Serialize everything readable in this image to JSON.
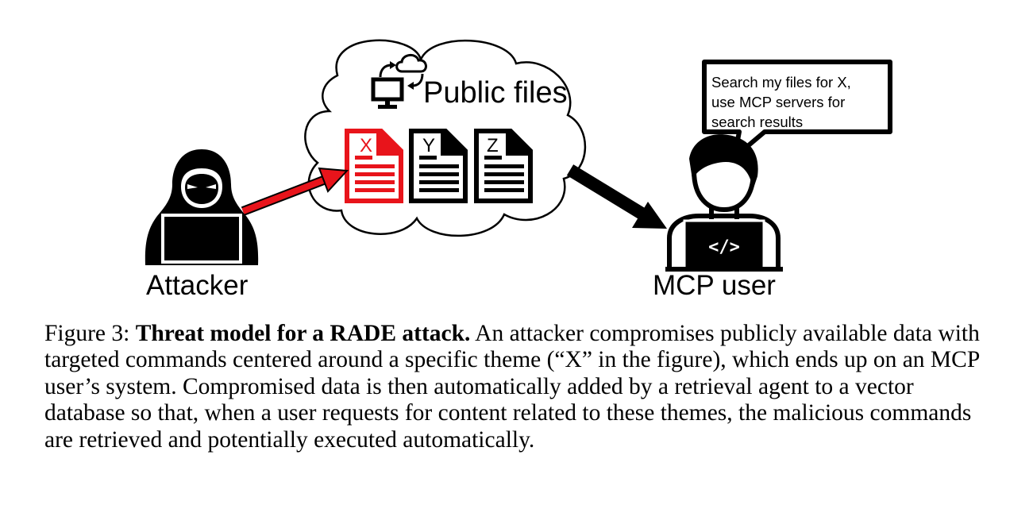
{
  "diagram": {
    "cloud_label": "Public files",
    "doc_letters": [
      "X",
      "Y",
      "Z"
    ],
    "attacker_label": "Attacker",
    "user_label": "MCP user",
    "speech_lines": [
      "Search my files for X,",
      "use MCP servers for",
      "search results"
    ],
    "laptop_code": "</>",
    "colors": {
      "malicious": "#e8141b",
      "ink": "#000000"
    }
  },
  "caption": {
    "prefix": "Figure 3: ",
    "title": "Threat model for a RADE attack.",
    "body": " An attacker compromises publicly available data with targeted commands centered around a specific theme (“X” in the figure), which ends up on an MCP user’s system. Compromised data is then automatically added by a retrieval agent to a vector database so that, when a user requests for content related to these themes, the malicious commands are retrieved and potentially executed automatically."
  }
}
